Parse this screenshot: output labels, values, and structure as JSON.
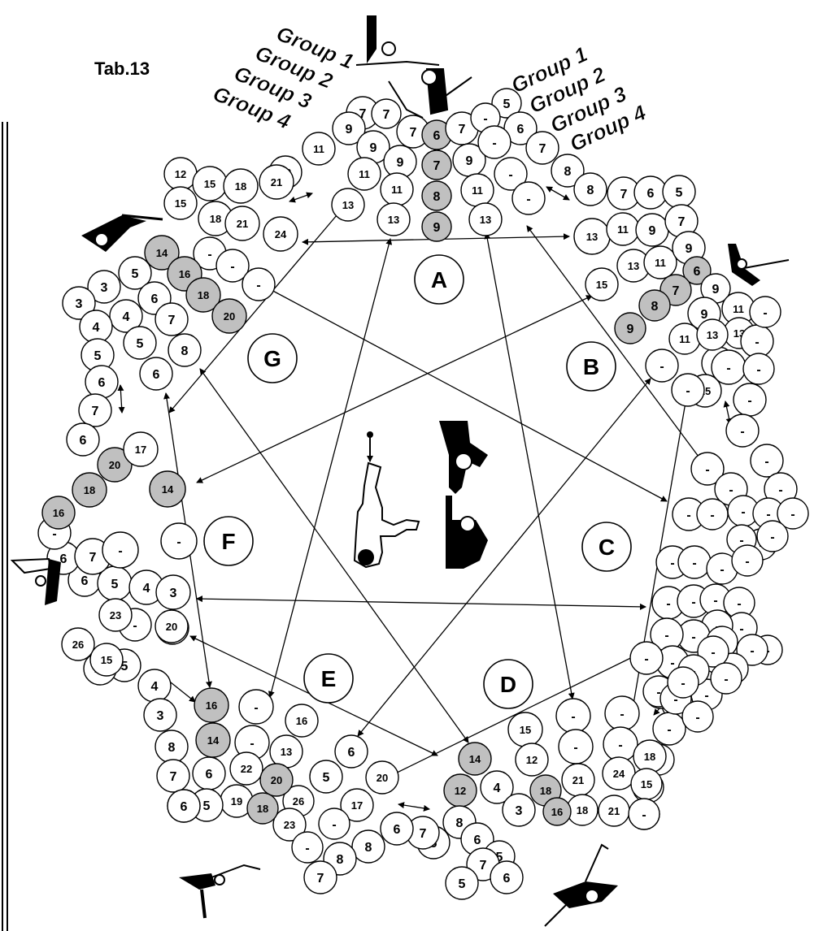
{
  "title": "Tab.13",
  "group_labels_left": [
    "Group 1",
    "Group 2",
    "Group 3",
    "Group 4"
  ],
  "group_labels_right": [
    "Group 1",
    "Group 2",
    "Group 3",
    "Group 4"
  ],
  "letters": [
    "A",
    "B",
    "C",
    "D",
    "E",
    "F",
    "G"
  ],
  "colors": {
    "stroke": "#000000",
    "highlight": "#c0c0c0",
    "background": "#ffffff"
  },
  "circles": [
    {
      "t": "7",
      "hl": false
    },
    {
      "t": "7",
      "hl": false
    },
    {
      "t": "9",
      "hl": false
    },
    {
      "t": "11",
      "hl": false
    },
    {
      "t": "13",
      "hl": false
    },
    {
      "t": "9",
      "hl": false
    },
    {
      "t": "11",
      "hl": false
    },
    {
      "t": "13",
      "hl": false
    },
    {
      "t": "7",
      "hl": false
    },
    {
      "t": "9",
      "hl": false
    },
    {
      "t": "11",
      "hl": false
    },
    {
      "t": "13",
      "hl": false
    },
    {
      "t": "6",
      "hl": true
    },
    {
      "t": "7",
      "hl": true
    },
    {
      "t": "8",
      "hl": true
    },
    {
      "t": "9",
      "hl": true
    },
    {
      "t": "7",
      "hl": false
    },
    {
      "t": "9",
      "hl": false
    },
    {
      "t": "11",
      "hl": false
    },
    {
      "t": "13",
      "hl": false
    },
    {
      "t": "5",
      "hl": false
    },
    {
      "t": "-",
      "hl": false
    },
    {
      "t": "6",
      "hl": false
    },
    {
      "t": "-",
      "hl": false
    },
    {
      "t": "7",
      "hl": false
    },
    {
      "t": "-",
      "hl": false
    },
    {
      "t": "8",
      "hl": false
    },
    {
      "t": "-",
      "hl": false
    },
    {
      "t": "12",
      "hl": false
    },
    {
      "t": "15",
      "hl": false
    },
    {
      "t": "18",
      "hl": false
    },
    {
      "t": "21",
      "hl": false
    },
    {
      "t": "15",
      "hl": false
    },
    {
      "t": "18",
      "hl": false
    },
    {
      "t": "21",
      "hl": false
    },
    {
      "t": "24",
      "hl": false
    },
    {
      "t": "-",
      "hl": false
    },
    {
      "t": "-",
      "hl": false
    },
    {
      "t": "-",
      "hl": false
    },
    {
      "t": "14",
      "hl": true
    },
    {
      "t": "16",
      "hl": true
    },
    {
      "t": "18",
      "hl": true
    },
    {
      "t": "20",
      "hl": true
    },
    {
      "t": "5",
      "hl": false
    },
    {
      "t": "3",
      "hl": false
    },
    {
      "t": "3",
      "hl": false
    },
    {
      "t": "6",
      "hl": false
    },
    {
      "t": "4",
      "hl": false
    },
    {
      "t": "4",
      "hl": false
    },
    {
      "t": "7",
      "hl": false
    },
    {
      "t": "5",
      "hl": false
    },
    {
      "t": "5",
      "hl": false
    },
    {
      "t": "8",
      "hl": false
    },
    {
      "t": "6",
      "hl": false
    },
    {
      "t": "6",
      "hl": false
    },
    {
      "t": "7",
      "hl": false
    },
    {
      "t": "6",
      "hl": false
    },
    {
      "t": "8",
      "hl": false
    },
    {
      "t": "7",
      "hl": false
    },
    {
      "t": "6",
      "hl": false
    },
    {
      "t": "5",
      "hl": false
    },
    {
      "t": "13",
      "hl": false
    },
    {
      "t": "11",
      "hl": false
    },
    {
      "t": "9",
      "hl": false
    },
    {
      "t": "7",
      "hl": false
    },
    {
      "t": "13",
      "hl": false
    },
    {
      "t": "11",
      "hl": false
    },
    {
      "t": "9",
      "hl": false
    },
    {
      "t": "15",
      "hl": false
    },
    {
      "t": "6",
      "hl": true
    },
    {
      "t": "7",
      "hl": true
    },
    {
      "t": "8",
      "hl": true
    },
    {
      "t": "9",
      "hl": true
    },
    {
      "t": "9",
      "hl": false
    },
    {
      "t": "11",
      "hl": false
    },
    {
      "t": "13",
      "hl": false
    },
    {
      "t": "15",
      "hl": false
    },
    {
      "t": "9",
      "hl": false
    },
    {
      "t": "11",
      "hl": false
    },
    {
      "t": "13",
      "hl": false
    },
    {
      "t": "15",
      "hl": false
    },
    {
      "t": "-",
      "hl": false
    },
    {
      "t": "-",
      "hl": false
    },
    {
      "t": "-",
      "hl": false
    },
    {
      "t": "-",
      "hl": false
    },
    {
      "t": "-",
      "hl": false
    },
    {
      "t": "-",
      "hl": false
    },
    {
      "t": "-",
      "hl": false
    },
    {
      "t": "-",
      "hl": false
    },
    {
      "t": "-",
      "hl": false
    },
    {
      "t": "-",
      "hl": false
    },
    {
      "t": "-",
      "hl": false
    },
    {
      "t": "-",
      "hl": false
    },
    {
      "t": "-",
      "hl": false
    },
    {
      "t": "-",
      "hl": false
    },
    {
      "t": "-",
      "hl": false
    },
    {
      "t": "-",
      "hl": false
    },
    {
      "t": "-",
      "hl": false
    },
    {
      "t": "-",
      "hl": false
    },
    {
      "t": "-",
      "hl": false
    },
    {
      "t": "-",
      "hl": false
    },
    {
      "t": "-",
      "hl": false
    },
    {
      "t": "-",
      "hl": false
    },
    {
      "t": "-",
      "hl": false
    },
    {
      "t": "-",
      "hl": false
    },
    {
      "t": "-",
      "hl": false
    },
    {
      "t": "-",
      "hl": false
    },
    {
      "t": "-",
      "hl": false
    },
    {
      "t": "-",
      "hl": false
    },
    {
      "t": "-",
      "hl": false
    },
    {
      "t": "-",
      "hl": false
    },
    {
      "t": "-",
      "hl": false
    },
    {
      "t": "-",
      "hl": false
    },
    {
      "t": "-",
      "hl": false
    },
    {
      "t": "-",
      "hl": false
    },
    {
      "t": "-",
      "hl": false
    },
    {
      "t": "-",
      "hl": false
    },
    {
      "t": "-",
      "hl": false
    },
    {
      "t": "-",
      "hl": false
    },
    {
      "t": "-",
      "hl": false
    },
    {
      "t": "-",
      "hl": false
    },
    {
      "t": "-",
      "hl": false
    },
    {
      "t": "-",
      "hl": false
    },
    {
      "t": "-",
      "hl": false
    },
    {
      "t": "-",
      "hl": false
    },
    {
      "t": "-",
      "hl": false
    },
    {
      "t": "-",
      "hl": false
    },
    {
      "t": "-",
      "hl": false
    },
    {
      "t": "-",
      "hl": false
    },
    {
      "t": "-",
      "hl": false
    },
    {
      "t": "-",
      "hl": false
    },
    {
      "t": "-",
      "hl": false
    },
    {
      "t": "-",
      "hl": false
    },
    {
      "t": "-",
      "hl": false
    },
    {
      "t": "-",
      "hl": false
    },
    {
      "t": "-",
      "hl": false
    },
    {
      "t": "-",
      "hl": false
    },
    {
      "t": "24",
      "hl": false
    },
    {
      "t": "21",
      "hl": false
    },
    {
      "t": "18",
      "hl": false
    },
    {
      "t": "15",
      "hl": false
    },
    {
      "t": "-",
      "hl": false
    },
    {
      "t": "-",
      "hl": false
    },
    {
      "t": "-",
      "hl": false
    },
    {
      "t": "21",
      "hl": false
    },
    {
      "t": "18",
      "hl": false
    },
    {
      "t": "15",
      "hl": false
    },
    {
      "t": "12",
      "hl": false
    },
    {
      "t": "18",
      "hl": true
    },
    {
      "t": "16",
      "hl": true
    },
    {
      "t": "14",
      "hl": true
    },
    {
      "t": "12",
      "hl": true
    },
    {
      "t": "8",
      "hl": false
    },
    {
      "t": "6",
      "hl": false
    },
    {
      "t": "5",
      "hl": false
    },
    {
      "t": "4",
      "hl": false
    },
    {
      "t": "3",
      "hl": false
    },
    {
      "t": "7",
      "hl": false
    },
    {
      "t": "6",
      "hl": false
    },
    {
      "t": "5",
      "hl": false
    },
    {
      "t": "5",
      "hl": false
    },
    {
      "t": "7",
      "hl": false
    },
    {
      "t": "6",
      "hl": false
    },
    {
      "t": "8",
      "hl": false
    },
    {
      "t": "8",
      "hl": false
    },
    {
      "t": "7",
      "hl": false
    },
    {
      "t": "6",
      "hl": false
    },
    {
      "t": "5",
      "hl": false
    },
    {
      "t": "26",
      "hl": false
    },
    {
      "t": "23",
      "hl": false
    },
    {
      "t": "20",
      "hl": false
    },
    {
      "t": "17",
      "hl": false
    },
    {
      "t": "-",
      "hl": false
    },
    {
      "t": "-",
      "hl": false
    },
    {
      "t": "-",
      "hl": false
    },
    {
      "t": "-",
      "hl": false
    },
    {
      "t": "22",
      "hl": false
    },
    {
      "t": "19",
      "hl": false
    },
    {
      "t": "16",
      "hl": false
    },
    {
      "t": "13",
      "hl": false
    },
    {
      "t": "20",
      "hl": true
    },
    {
      "t": "18",
      "hl": true
    },
    {
      "t": "16",
      "hl": true
    },
    {
      "t": "14",
      "hl": true
    },
    {
      "t": "6",
      "hl": false
    },
    {
      "t": "5",
      "hl": false
    },
    {
      "t": "4",
      "hl": false
    },
    {
      "t": "3",
      "hl": false
    },
    {
      "t": "8",
      "hl": false
    },
    {
      "t": "8",
      "hl": false
    },
    {
      "t": "7",
      "hl": false
    },
    {
      "t": "6",
      "hl": false
    },
    {
      "t": "5",
      "hl": false
    },
    {
      "t": "6",
      "hl": false
    },
    {
      "t": "5",
      "hl": false
    },
    {
      "t": "4",
      "hl": false
    },
    {
      "t": "3",
      "hl": false
    },
    {
      "t": "5",
      "hl": false
    },
    {
      "t": "6",
      "hl": false
    },
    {
      "t": "7",
      "hl": false
    },
    {
      "t": "-",
      "hl": false
    },
    {
      "t": "-",
      "hl": false
    },
    {
      "t": "-",
      "hl": false
    },
    {
      "t": "-",
      "hl": false
    },
    {
      "t": "-",
      "hl": false
    },
    {
      "t": "14",
      "hl": true
    },
    {
      "t": "16",
      "hl": true
    },
    {
      "t": "18",
      "hl": true
    },
    {
      "t": "20",
      "hl": true
    },
    {
      "t": "17",
      "hl": false
    },
    {
      "t": "20",
      "hl": false
    },
    {
      "t": "23",
      "hl": false
    },
    {
      "t": "26",
      "hl": false
    },
    {
      "t": "12",
      "hl": false
    },
    {
      "t": "15",
      "hl": false
    },
    {
      "t": "18",
      "hl": false
    },
    {
      "t": "21",
      "hl": false
    },
    {
      "t": "4",
      "hl": false
    },
    {
      "t": "5",
      "hl": false
    },
    {
      "t": "6",
      "hl": false
    }
  ]
}
